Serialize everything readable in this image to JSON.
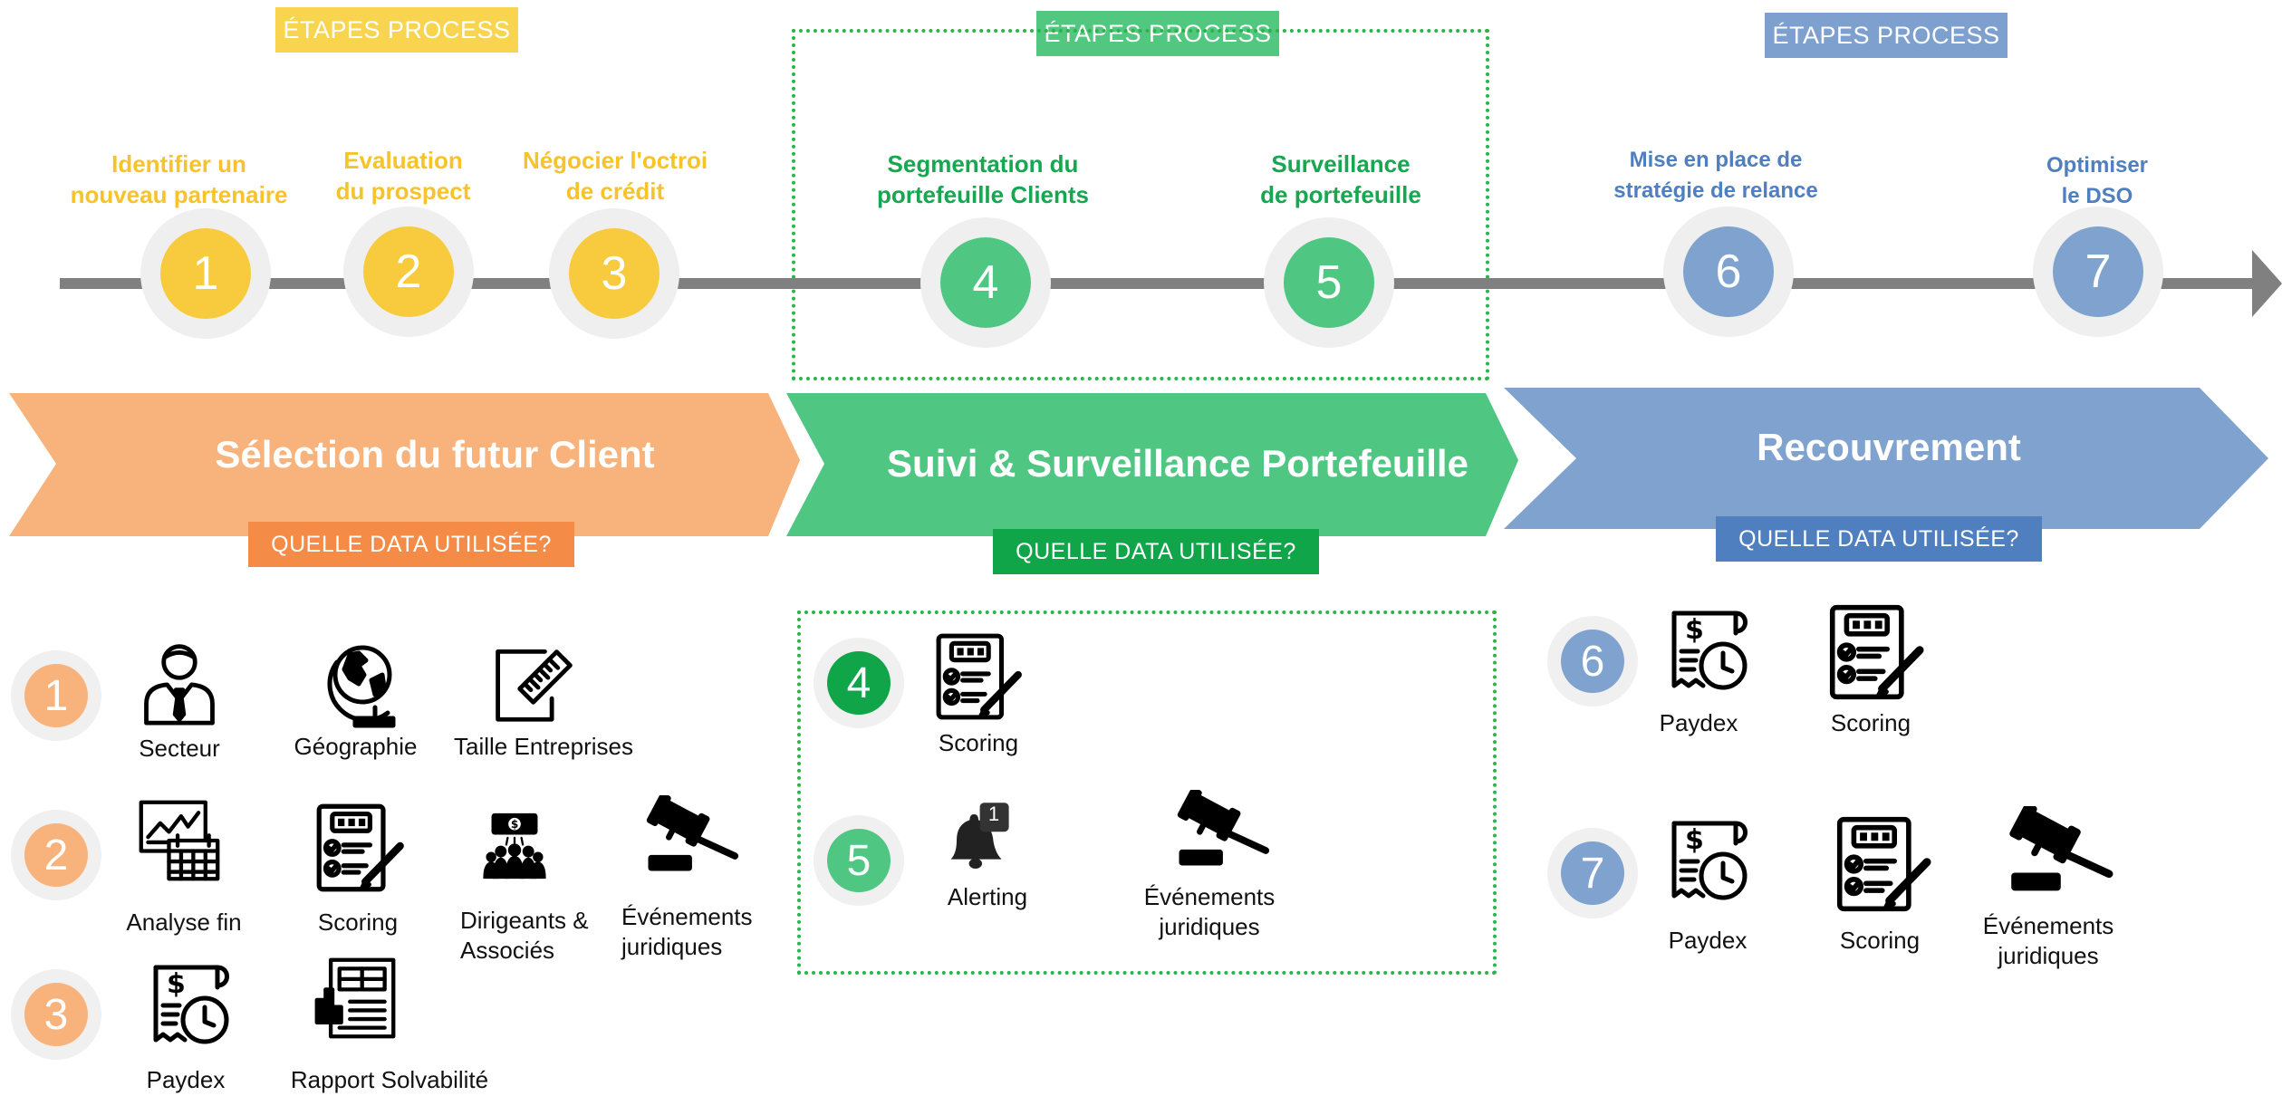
{
  "colors": {
    "yellow": "#f7cb3d",
    "green": "#4fc783",
    "dark_green": "#11a54a",
    "blue": "#7fa2cf",
    "dark_blue": "#4f7fbf",
    "orange": "#f8b37c",
    "dark_orange": "#f48c48",
    "timeline": "#808080"
  },
  "process_tags": [
    "ÉTAPES PROCESS",
    "ÉTAPES PROCESS",
    "ÉTAPES PROCESS"
  ],
  "steps": [
    {
      "number": "1",
      "label": "Identifier un\nnouveau partenaire"
    },
    {
      "number": "2",
      "label": "Evaluation\ndu prospect"
    },
    {
      "number": "3",
      "label": "Négocier l'octroi\nde crédit"
    },
    {
      "number": "4",
      "label": "Segmentation du\nportefeuille Clients"
    },
    {
      "number": "5",
      "label": "Surveillance\nde portefeuille"
    },
    {
      "number": "6",
      "label": "Mise en place de\nstratégie de relance"
    },
    {
      "number": "7",
      "label": "Optimiser\nle DSO"
    }
  ],
  "phases": [
    {
      "title": "Sélection du futur Client",
      "data_tag": "QUELLE DATA UTILISÉE?"
    },
    {
      "title": "Suivi & Surveillance Portefeuille",
      "data_tag": "QUELLE DATA UTILISÉE?"
    },
    {
      "title": "Recouvrement",
      "data_tag": "QUELLE DATA UTILISÉE?"
    }
  ],
  "data_rows": {
    "r1": {
      "number": "1",
      "items": [
        "Secteur",
        "Géographie",
        "Taille Entreprises"
      ]
    },
    "r2": {
      "number": "2",
      "items": [
        "Analyse fin",
        "Scoring",
        "Dirigeants &\nAssociés",
        "Événements\njuridiques"
      ]
    },
    "r3": {
      "number": "3",
      "items": [
        "Paydex",
        "Rapport Solvabilité"
      ]
    },
    "r4": {
      "number": "4",
      "items": [
        "Scoring"
      ]
    },
    "r5": {
      "number": "5",
      "items": [
        "Alerting",
        "Événements\njuridiques"
      ],
      "alert_badge": "1"
    },
    "r6": {
      "number": "6",
      "items": [
        "Paydex",
        "Scoring"
      ]
    },
    "r7": {
      "number": "7",
      "items": [
        "Paydex",
        "Scoring",
        "Événements\njuridiques"
      ]
    }
  },
  "icons": {
    "person": "person-tie-icon",
    "globe": "globe-icon",
    "ruler": "ruler-document-icon",
    "analysis": "financial-analysis-icon",
    "scoring": "scoring-checklist-icon",
    "team": "team-money-icon",
    "gavel": "gavel-icon",
    "paydex": "paydex-receipt-clock-icon",
    "report": "report-chart-icon",
    "bell": "alert-bell-icon"
  }
}
